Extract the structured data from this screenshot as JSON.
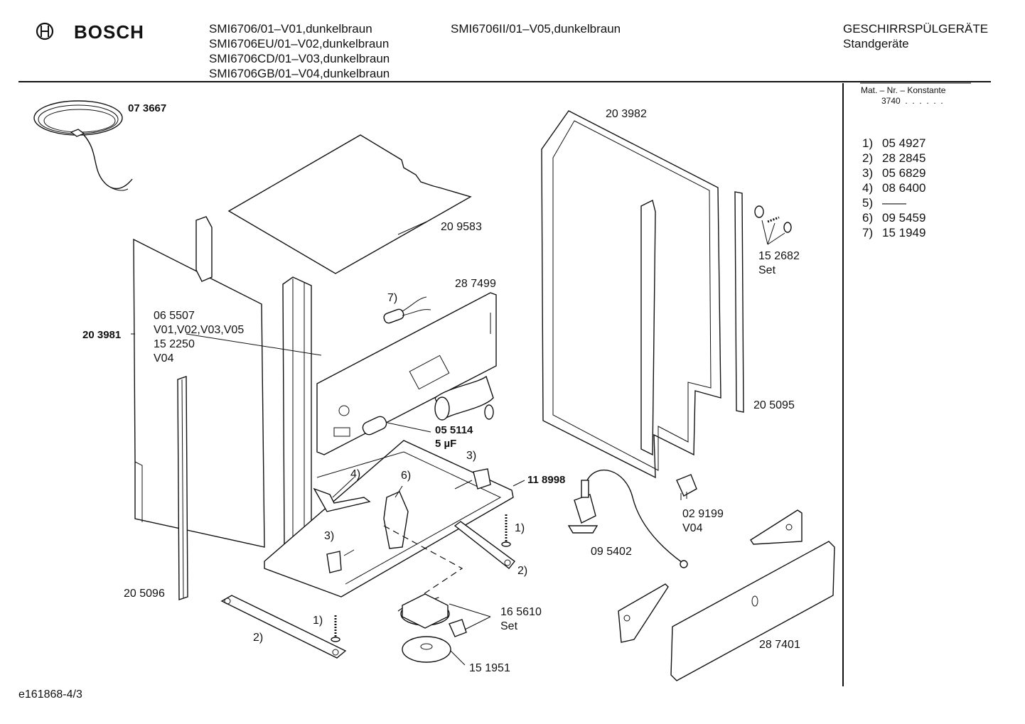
{
  "header": {
    "brand": "BOSCH",
    "models_col1": [
      "SMI6706/01–V01,dunkelbraun",
      "SMI6706EU/01–V02,dunkelbraun",
      "SMI6706CD/01–V03,dunkelbraun",
      "SMI6706GB/01–V04,dunkelbraun"
    ],
    "models_col2": [
      "SMI6706II/01–V05,dunkelbraun"
    ],
    "category": "GESCHIRRSPÜLGERÄTE",
    "subcategory": "Standgeräte"
  },
  "sidebar": {
    "mat_title": "Mat. – Nr. – Konstante",
    "mat_value": "3740  .  .  .  .  .  .",
    "parts": [
      {
        "num": "1)",
        "code": "05 4927"
      },
      {
        "num": "2)",
        "code": "28 2845"
      },
      {
        "num": "3)",
        "code": "05 6829"
      },
      {
        "num": "4)",
        "code": "08 6400"
      },
      {
        "num": "5)",
        "code": "——"
      },
      {
        "num": "6)",
        "code": "09 5459"
      },
      {
        "num": "7)",
        "code": "15 1949"
      }
    ]
  },
  "labels": {
    "cable": "07 3667",
    "top_panel": "20 9583",
    "left_side": "20 3981",
    "frame_right": "20 3982",
    "screws_set_code": "15 2682",
    "screws_set_word": "Set",
    "strip_right": "20 5095",
    "base_panel": "28 7499",
    "ref7_top": "7)",
    "motor_line1": "06 5507",
    "motor_line2": "V01,V02,V03,V05",
    "motor_line3": "15 2250",
    "motor_line4": "V04",
    "capacitor_code": "05 5114",
    "capacitor_value": "5 µF",
    "base_frame": "11 8998",
    "ref3_upper": "3)",
    "ref4": "4)",
    "ref6": "6)",
    "ref1_right": "1)",
    "ref2_right": "2)",
    "ref3_lower": "3)",
    "ref1_left": "1)",
    "ref2_left": "2)",
    "strip_left": "20 5096",
    "hub_set_code": "16 5610",
    "hub_set_word": "Set",
    "disc": "15 1951",
    "foot_sensor": "09 5402",
    "relay_code": "02 9199",
    "relay_variant": "V04",
    "kick_panel": "28 7401"
  },
  "footer": {
    "doc_id": "e161868-4/3"
  }
}
